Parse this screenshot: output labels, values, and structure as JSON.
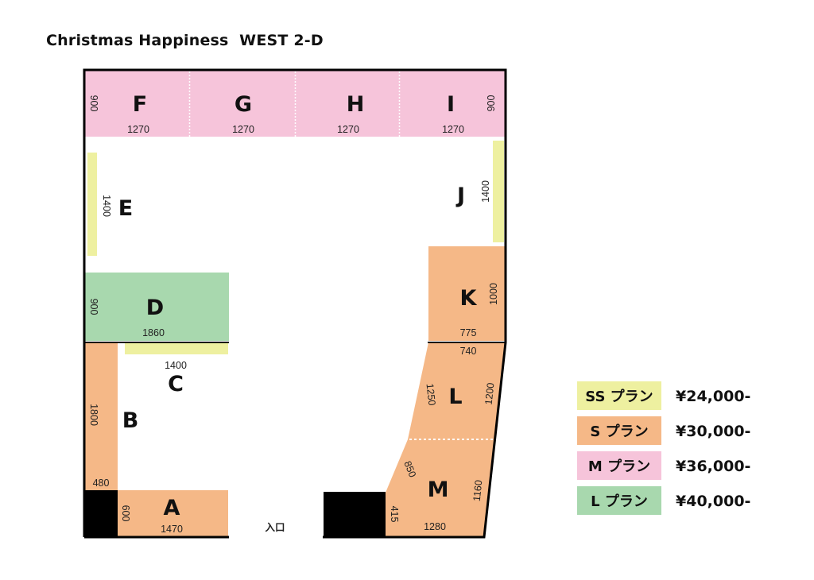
{
  "title": "Christmas Happiness  WEST 2-D",
  "entrance_label": "入口",
  "colors": {
    "SS": "#eef0a0",
    "S": "#f5b887",
    "M": "#f6c4da",
    "L": "#a8d8ae",
    "wall": "#000000",
    "pillar": "#000000"
  },
  "booths": [
    {
      "id": "A",
      "plan": "S",
      "dims": [
        "600",
        "1470"
      ]
    },
    {
      "id": "B",
      "plan": "S",
      "dims": [
        "1800",
        "480"
      ]
    },
    {
      "id": "C",
      "plan": "SS",
      "dims": [
        "1400"
      ]
    },
    {
      "id": "D",
      "plan": "L",
      "dims": [
        "900",
        "1860"
      ]
    },
    {
      "id": "E",
      "plan": "SS",
      "dims": [
        "1400"
      ]
    },
    {
      "id": "F",
      "plan": "M",
      "dims": [
        "900",
        "1270"
      ]
    },
    {
      "id": "G",
      "plan": "M",
      "dims": [
        "1270"
      ]
    },
    {
      "id": "H",
      "plan": "M",
      "dims": [
        "1270"
      ]
    },
    {
      "id": "I",
      "plan": "M",
      "dims": [
        "900",
        "1270"
      ]
    },
    {
      "id": "J",
      "plan": "SS",
      "dims": [
        "1400"
      ]
    },
    {
      "id": "K",
      "plan": "S",
      "dims": [
        "1000",
        "775"
      ]
    },
    {
      "id": "L",
      "plan": "S",
      "dims": [
        "740",
        "1250",
        "1200"
      ]
    },
    {
      "id": "M",
      "plan": "S",
      "dims": [
        "850",
        "1160",
        "415",
        "1280"
      ]
    }
  ],
  "legend": [
    {
      "plan": "SS",
      "label": "SS プラン",
      "price": "¥24,000-"
    },
    {
      "plan": "S",
      "label": "S プラン",
      "price": "¥30,000-"
    },
    {
      "plan": "M",
      "label": "M プラン",
      "price": "¥36,000-"
    },
    {
      "plan": "L",
      "label": "L プラン",
      "price": "¥40,000-"
    }
  ]
}
